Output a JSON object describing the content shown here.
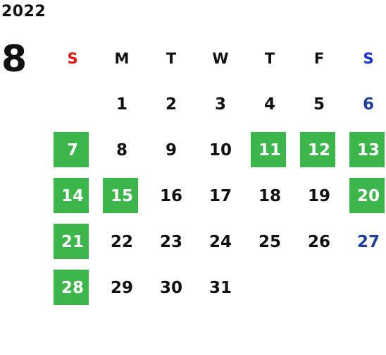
{
  "calendar": {
    "year": "2022",
    "month": "8",
    "weekdays": [
      "S",
      "M",
      "T",
      "W",
      "T",
      "F",
      "S"
    ],
    "highlight_color": "#3cb64b",
    "weeks": [
      [
        {
          "day": "",
          "highlighted": false
        },
        {
          "day": "1",
          "highlighted": false
        },
        {
          "day": "2",
          "highlighted": false
        },
        {
          "day": "3",
          "highlighted": false
        },
        {
          "day": "4",
          "highlighted": false
        },
        {
          "day": "5",
          "highlighted": false
        },
        {
          "day": "6",
          "highlighted": false
        }
      ],
      [
        {
          "day": "7",
          "highlighted": true
        },
        {
          "day": "8",
          "highlighted": false
        },
        {
          "day": "9",
          "highlighted": false
        },
        {
          "day": "10",
          "highlighted": false
        },
        {
          "day": "11",
          "highlighted": true
        },
        {
          "day": "12",
          "highlighted": true
        },
        {
          "day": "13",
          "highlighted": true
        }
      ],
      [
        {
          "day": "14",
          "highlighted": true
        },
        {
          "day": "15",
          "highlighted": true
        },
        {
          "day": "16",
          "highlighted": false
        },
        {
          "day": "17",
          "highlighted": false
        },
        {
          "day": "18",
          "highlighted": false
        },
        {
          "day": "19",
          "highlighted": false
        },
        {
          "day": "20",
          "highlighted": true
        }
      ],
      [
        {
          "day": "21",
          "highlighted": true
        },
        {
          "day": "22",
          "highlighted": false
        },
        {
          "day": "23",
          "highlighted": false
        },
        {
          "day": "24",
          "highlighted": false
        },
        {
          "day": "25",
          "highlighted": false
        },
        {
          "day": "26",
          "highlighted": false
        },
        {
          "day": "27",
          "highlighted": false
        }
      ],
      [
        {
          "day": "28",
          "highlighted": true
        },
        {
          "day": "29",
          "highlighted": false
        },
        {
          "day": "30",
          "highlighted": false
        },
        {
          "day": "31",
          "highlighted": false
        },
        {
          "day": "",
          "highlighted": false
        },
        {
          "day": "",
          "highlighted": false
        },
        {
          "day": "",
          "highlighted": false
        }
      ]
    ]
  }
}
